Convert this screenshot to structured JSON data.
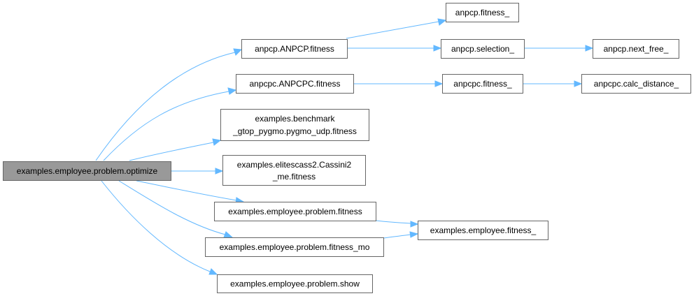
{
  "graph": {
    "root_label": "examples.employee.problem.optimize",
    "nodes": {
      "optimize": "examples.employee.problem.optimize",
      "anpcp_fit": "anpcp.ANPCP.fitness",
      "anpcpc_fit": "anpcpc.ANPCPC.fitness",
      "bench_l1": "examples.benchmark",
      "bench_l2": "_gtop_pygmo.pygmo_udp.fitness",
      "elite_l1": "examples.elitescass2.Cassini2",
      "elite_l2": "_me.fitness",
      "prob_fit": "examples.employee.problem.fitness",
      "prob_fitmo": "examples.employee.problem.fitness_mo",
      "prob_show": "examples.employee.problem.show",
      "anpcp_fitness_": "anpcp.fitness_",
      "anpcp_selection_": "anpcp.selection_",
      "anpcp_next_free_": "anpcp.next_free_",
      "anpcpc_fitness_": "anpcpc.fitness_",
      "anpcpc_calc_": "anpcpc.calc_distance_",
      "emp_fitness_": "examples.employee.fitness_"
    },
    "edges": [
      {
        "from": "examples.employee.problem.optimize",
        "to": "anpcp.ANPCP.fitness"
      },
      {
        "from": "examples.employee.problem.optimize",
        "to": "anpcpc.ANPCPC.fitness"
      },
      {
        "from": "examples.employee.problem.optimize",
        "to": "examples.benchmark_gtop_pygmo.pygmo_udp.fitness"
      },
      {
        "from": "examples.employee.problem.optimize",
        "to": "examples.elitescass2.Cassini2_me.fitness"
      },
      {
        "from": "examples.employee.problem.optimize",
        "to": "examples.employee.problem.fitness"
      },
      {
        "from": "examples.employee.problem.optimize",
        "to": "examples.employee.problem.fitness_mo"
      },
      {
        "from": "examples.employee.problem.optimize",
        "to": "examples.employee.problem.show"
      },
      {
        "from": "anpcp.ANPCP.fitness",
        "to": "anpcp.fitness_"
      },
      {
        "from": "anpcp.ANPCP.fitness",
        "to": "anpcp.selection_"
      },
      {
        "from": "anpcp.selection_",
        "to": "anpcp.next_free_"
      },
      {
        "from": "anpcpc.ANPCPC.fitness",
        "to": "anpcpc.fitness_"
      },
      {
        "from": "anpcpc.fitness_",
        "to": "anpcpc.calc_distance_"
      },
      {
        "from": "examples.employee.problem.fitness",
        "to": "examples.employee.fitness_"
      },
      {
        "from": "examples.employee.problem.fitness_mo",
        "to": "examples.employee.fitness_"
      }
    ],
    "colors": {
      "edge": "#63b8ff",
      "node_border": "#666666",
      "root_fill": "#999999",
      "node_fill": "#ffffff"
    }
  }
}
